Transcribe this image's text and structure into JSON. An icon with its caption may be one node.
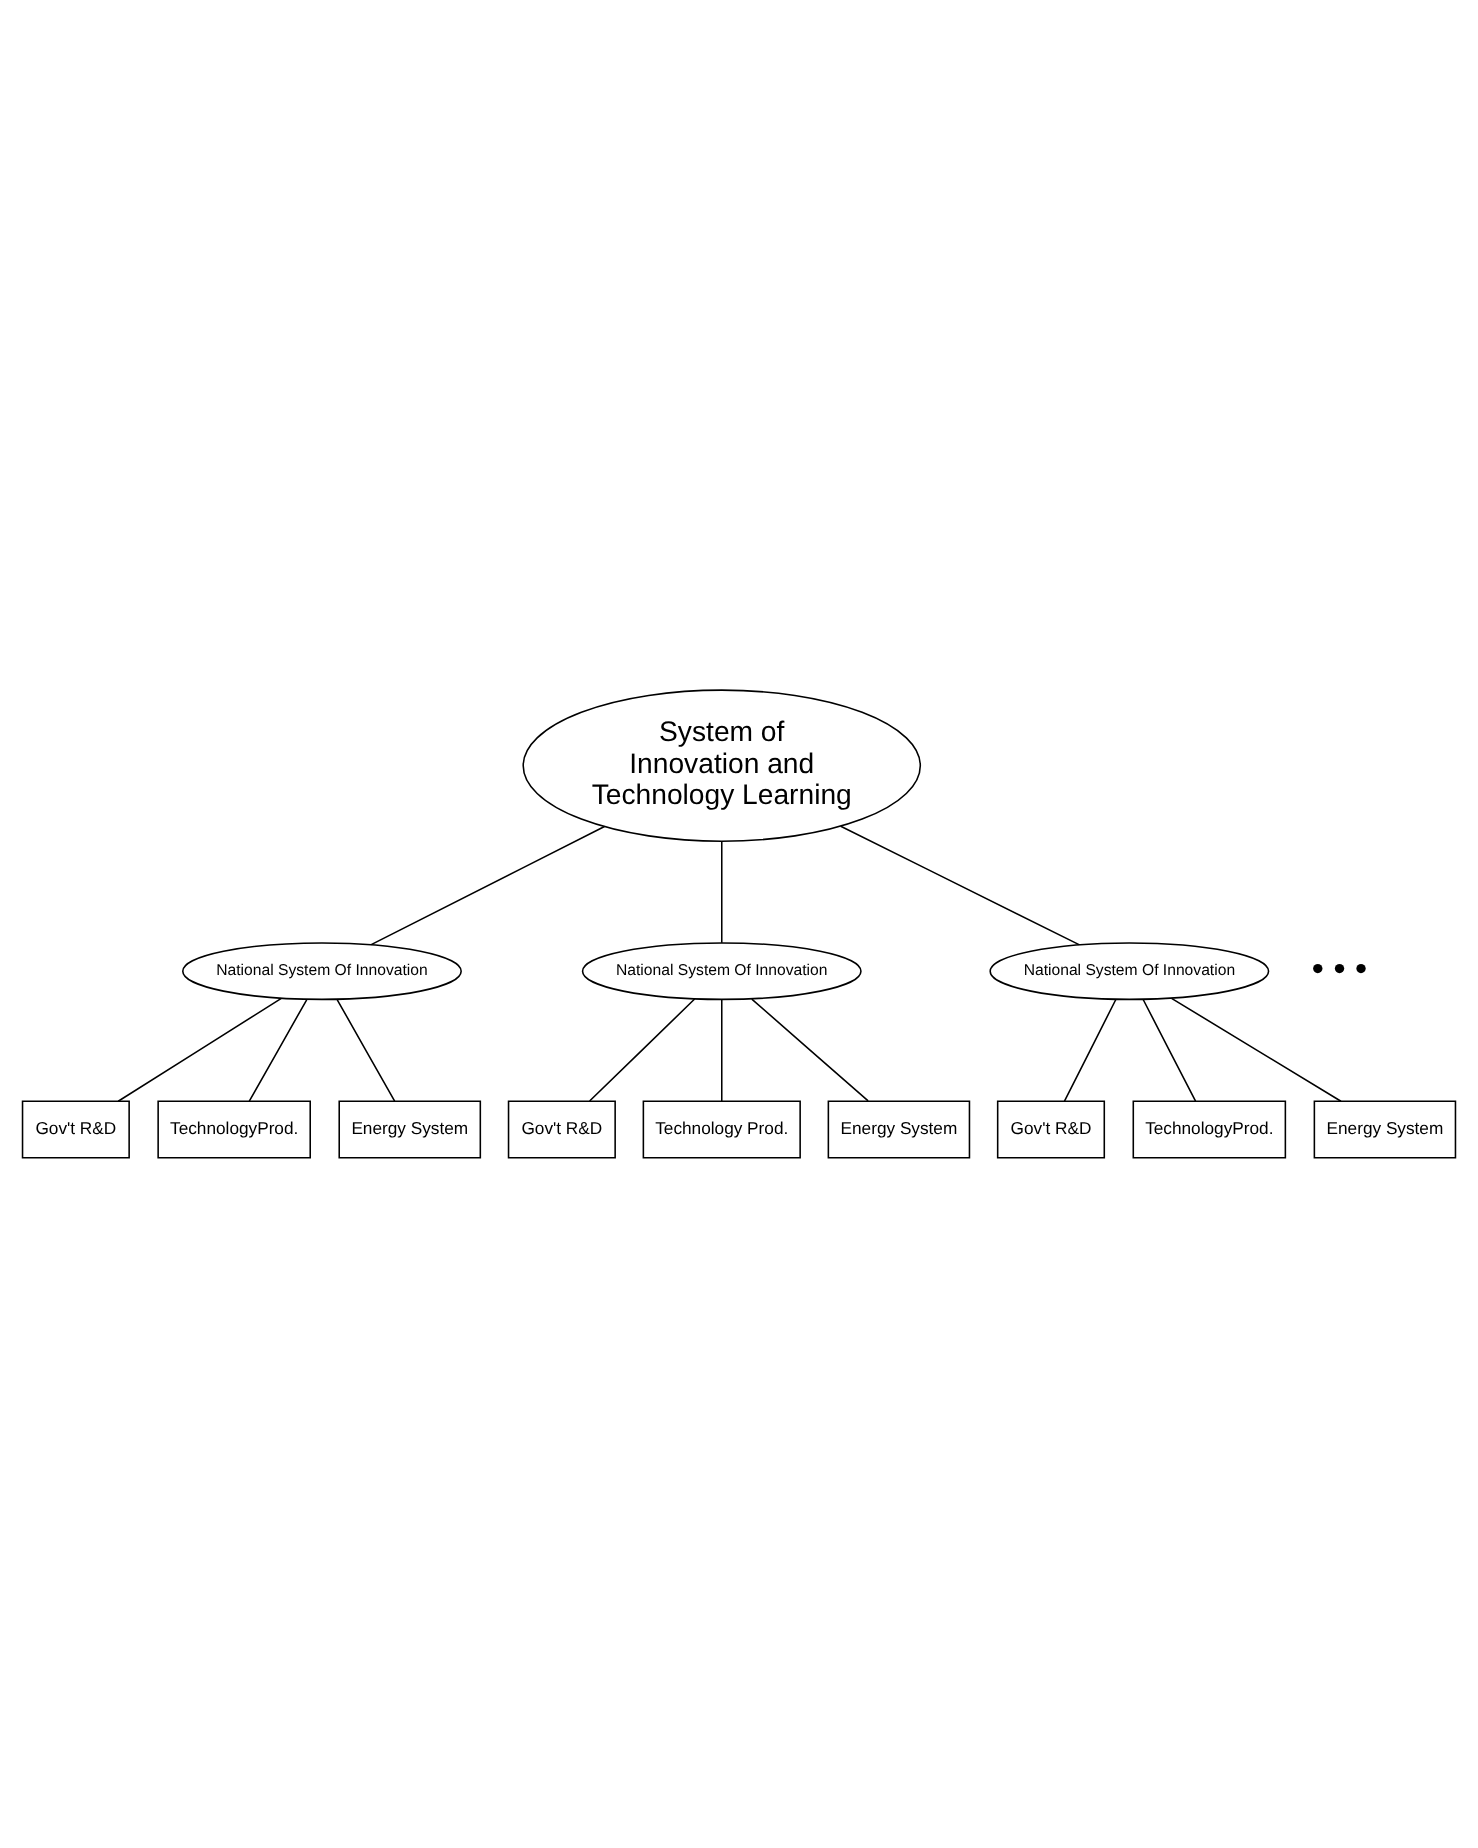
{
  "diagram": {
    "nodes": [
      {
        "text": [
          "System of Innovation and Technology Learning"
        ]
      },
      {
        "text": [
          "National System Of Innovation"
        ]
      },
      {
        "text": [
          "National System Of Innovation"
        ]
      },
      {
        "text": [
          "National System Of Innovation"
        ]
      },
      {
        "text": [
          "Gov't R&D"
        ]
      },
      {
        "text": [
          "TechnologyProd."
        ]
      },
      {
        "text": [
          "Energy System"
        ]
      },
      {
        "text": [
          "Gov't R&D"
        ]
      },
      {
        "text": [
          "Technology Prod."
        ]
      },
      {
        "text": [
          "Energy System"
        ]
      },
      {
        "text": [
          "Gov't R&D"
        ]
      },
      {
        "text": [
          "TechnologyProd."
        ]
      },
      {
        "text": [
          "Energy System"
        ]
      }
    ],
    "edges": [
      {
        "from": 0,
        "to": 1,
        "arrow": "none"
      },
      {
        "from": 0,
        "to": 2,
        "arrow": "none"
      },
      {
        "from": 0,
        "to": 3,
        "arrow": "none"
      },
      {
        "from": 1,
        "to": 4,
        "arrow": "none"
      },
      {
        "from": 1,
        "to": 5,
        "arrow": "none"
      },
      {
        "from": 1,
        "to": 6,
        "arrow": "none"
      },
      {
        "from": 2,
        "to": 7,
        "arrow": "none"
      },
      {
        "from": 2,
        "to": 8,
        "arrow": "none"
      },
      {
        "from": 2,
        "to": 9,
        "arrow": "none"
      },
      {
        "from": 3,
        "to": 10,
        "arrow": "none"
      },
      {
        "from": 3,
        "to": 11,
        "arrow": "none"
      },
      {
        "from": 3,
        "to": 12,
        "arrow": "none"
      }
    ],
    "labels": [
      "• • •"
    ]
  }
}
